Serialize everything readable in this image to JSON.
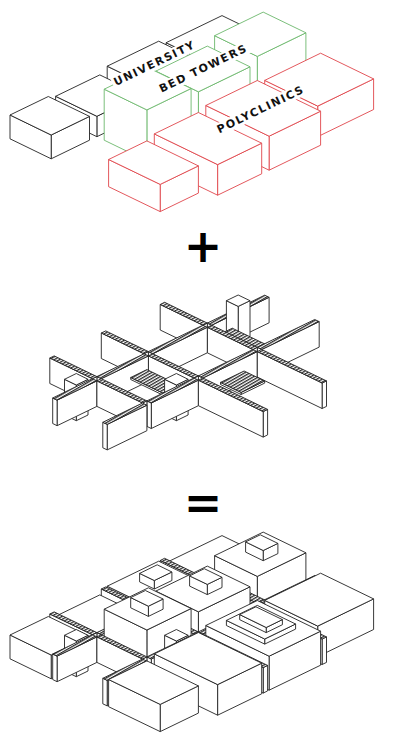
{
  "diagram": {
    "labels": [
      "UNIVERSITY",
      "BED TOWERS",
      "POLYCLINICS",
      "+",
      "="
    ]
  }
}
